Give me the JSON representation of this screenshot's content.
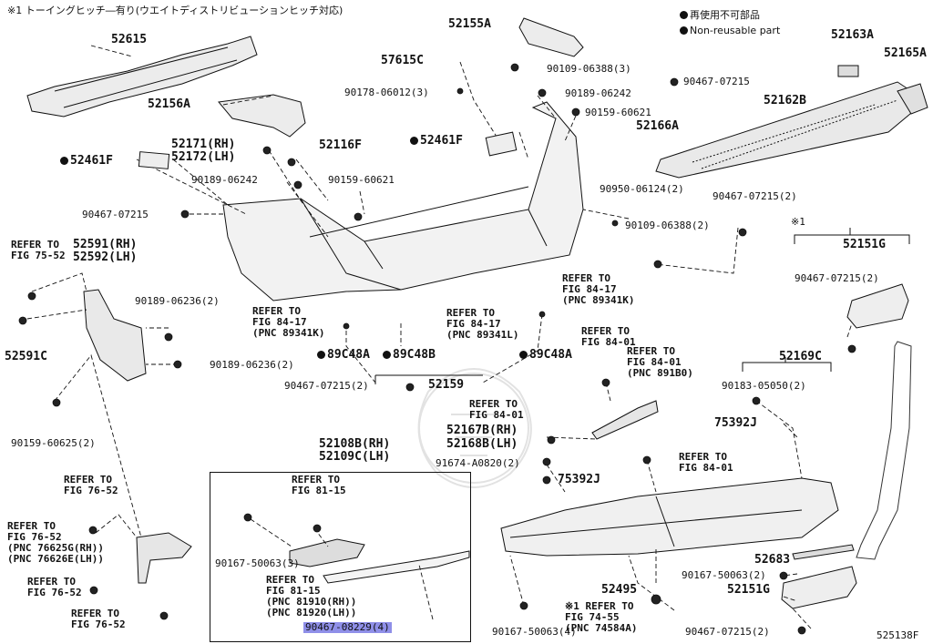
{
  "header_note": "※1 トーイングヒッチ―有り(ウエイトディストリビューションヒッチ対応)",
  "legend": {
    "non_reusable_jp": "再使用不可部品",
    "non_reusable_en": "Non-reusable part"
  },
  "diagram_id": "525138F",
  "labels": {
    "p52615": "52615",
    "p52155A": "52155A",
    "p57615C": "57615C",
    "p90109_06388_3_top": "90109-06388(3)",
    "p90178_06012": "90178-06012(3)",
    "p90189_06242_top": "90189-06242",
    "p90467_07215_topright": "90467-07215",
    "p52163A": "52163A",
    "p52165A": "52165A",
    "p52156A": "52156A",
    "p90159_60621_top": "90159-60621",
    "p52162B": "52162B",
    "p52166A": "52166A",
    "p52171": "52171(RH)",
    "p52172": "52172(LH)",
    "p52116F": "52116F",
    "p52461F_left": "52461F",
    "p52461F_mid": "52461F",
    "p90189_06242_left": "90189-06242",
    "p90159_60621_mid": "90159-60621",
    "p90950_06124": "90950-06124(2)",
    "p90467_07215_2_right": "90467-07215(2)",
    "p90467_07215_left": "90467-07215",
    "p90109_06388_2": "90109-06388(2)",
    "refer_75_52": "REFER TO\nFIG 75-52",
    "p52591": "52591(RH)",
    "p52592": "52592(LH)",
    "note1_right": "※1",
    "p52151G_top": "52151G",
    "p90189_06236_2_a": "90189-06236(2)",
    "p90467_07215_2_box": "90467-07215(2)",
    "refer_84_17_a": "REFER TO\nFIG 84-17\n(PNC 89341K)",
    "refer_84_17_b": "REFER TO\nFIG 84-17\n(PNC 89341K)",
    "refer_84_17_c": "REFER TO\nFIG 84-17\n(PNC 89341L)",
    "p52591C": "52591C",
    "refer_84_01_a": "REFER TO\nFIG 84-01",
    "refer_84_01_b": "REFER TO\nFIG 84-01\n(PNC 891B0)",
    "p89C48A_left": "89C48A",
    "p89C48B": "89C48B",
    "p89C48A_right": "89C48A",
    "p90189_06236_2_b": "90189-06236(2)",
    "p52169C": "52169C",
    "p90467_07215_2_mid": "90467-07215(2)",
    "p52159": "52159",
    "p90183_05050": "90183-05050(2)",
    "refer_84_01_c": "REFER TO\nFIG 84-01",
    "p90159_60625": "90159-60625(2)",
    "p52167B": "52167B(RH)",
    "p52168B": "52168B(LH)",
    "p75392J_a": "75392J",
    "p52108B": "52108B(RH)",
    "p52109C": "52109C(LH)",
    "refer_84_01_d": "REFER TO\nFIG 84-01",
    "p91674_A0820": "91674-A0820(2)",
    "refer_76_52_a": "REFER TO\nFIG 76-52",
    "refer_81_15_a": "REFER TO\nFIG 81-15",
    "p75392J_b": "75392J",
    "refer_76_52_b": "REFER TO\nFIG 76-52\n(PNC 76625G(RH))\n(PNC 76626E(LH))",
    "p90167_50063_3": "90167-50063(3)",
    "refer_81_15_b": "REFER TO\nFIG 81-15\n(PNC 81910(RH))\n(PNC 81920(LH))",
    "p52683": "52683",
    "p90167_50063_2": "90167-50063(2)",
    "p52495": "52495",
    "p52151G_bottom": "52151G",
    "refer_76_52_c": "REFER TO\nFIG 76-52",
    "refer_74_55": "※1 REFER TO\nFIG 74-55\n(PNC 74584A)",
    "refer_76_52_d": "REFER TO\nFIG 76-52",
    "p90467_08229": "90467-08229(4)",
    "p90167_50063_4": "90167-50063(4)",
    "p90467_07215_2_bottom": "90467-07215(2)"
  },
  "colors": {
    "line": "#111111",
    "highlight": "#8f8fe8",
    "part_fill": "#e9e9e9",
    "watermark": "#dcdcdc"
  }
}
